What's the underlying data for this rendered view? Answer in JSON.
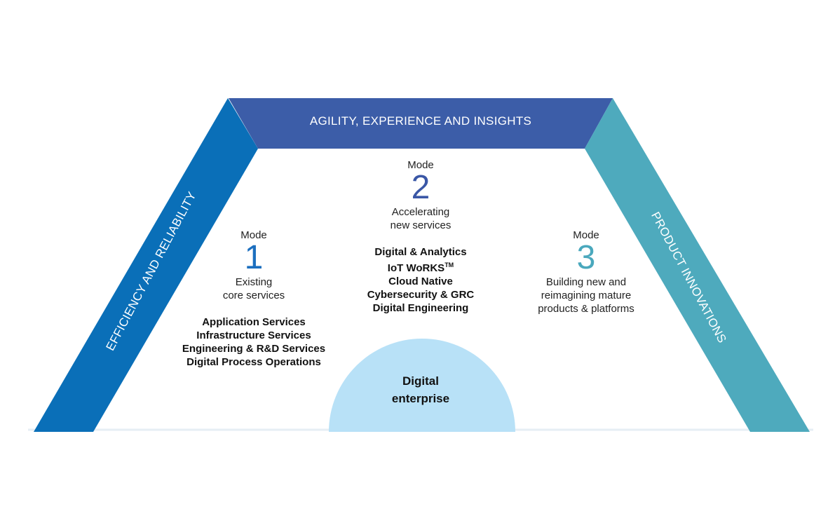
{
  "colors": {
    "left_band": "#0a6fb8",
    "top_band": "#3c5da8",
    "right_band": "#4eaabd",
    "core_dome": "#b8e1f7",
    "base_line": "#e6eef4"
  },
  "bands": {
    "top": "AGILITY, EXPERIENCE AND INSIGHTS",
    "left": "EFFICIENCY AND RELIABILITY",
    "right": "PRODUCT INNOVATIONS"
  },
  "modes": [
    {
      "word": "Mode",
      "number": "1",
      "description": [
        "Existing",
        "core services"
      ],
      "services": [
        "Application Services",
        "Infrastructure Services",
        "Engineering & R&D Services",
        "Digital Process Operations"
      ]
    },
    {
      "word": "Mode",
      "number": "2",
      "description": [
        "Accelerating",
        "new services"
      ],
      "services": [
        "Digital & Analytics",
        "IoT WoRKS",
        "Cloud Native",
        "Cybersecurity & GRC",
        "Digital Engineering"
      ],
      "trademark": "TM"
    },
    {
      "word": "Mode",
      "number": "3",
      "description": [
        "Building new and",
        "reimagining mature",
        "products & platforms"
      ],
      "services": []
    }
  ],
  "core": {
    "line1": "Digital",
    "line2": "enterprise"
  }
}
